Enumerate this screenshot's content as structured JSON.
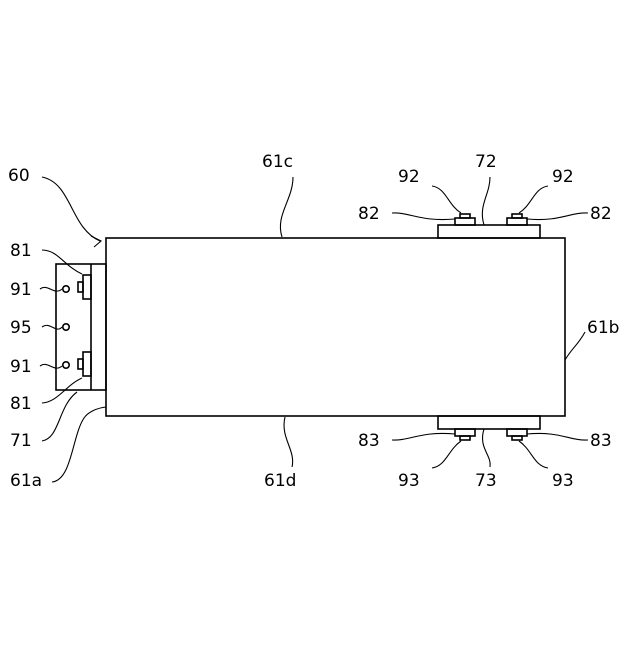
{
  "labels": {
    "l60": "60",
    "l61a": "61a",
    "l61b": "61b",
    "l61c": "61c",
    "l61d": "61d",
    "l71": "71",
    "l72": "72",
    "l73": "73",
    "l81": "81",
    "l82": "82",
    "l83": "83",
    "l91": "91",
    "l92": "92",
    "l93": "93",
    "l95": "95"
  },
  "colors": {
    "line": "#000000",
    "background": "#ffffff"
  }
}
